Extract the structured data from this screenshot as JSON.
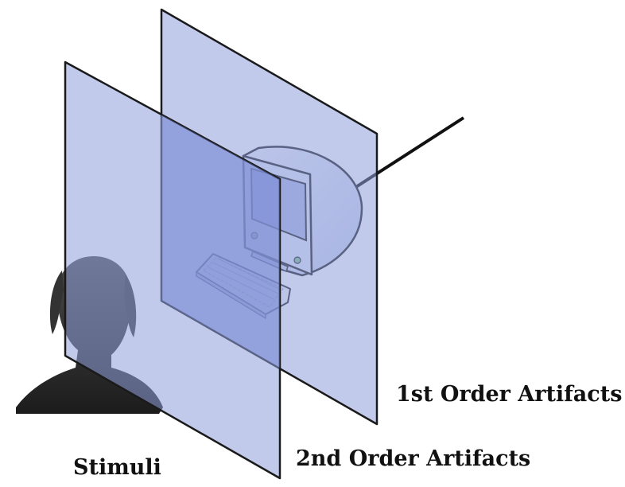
{
  "diagram": {
    "labels": {
      "first_order": "1st Order Artifacts",
      "second_order": "2nd Order Artifacts",
      "stimuli": "Stimuli"
    },
    "icons": [
      "person-silhouette-icon",
      "monitor-icon",
      "keyboard-icon",
      "cable-icon"
    ],
    "colors": {
      "plane_fill": "#8f9fdb",
      "plane_overlap": "#7689d4",
      "plane_stroke": "#1a1a1a",
      "monitor_fill": "#dde6f7",
      "screen_fill": "#a8b6e3",
      "silhouette": "#2a2a2a",
      "text": "#111111"
    }
  }
}
